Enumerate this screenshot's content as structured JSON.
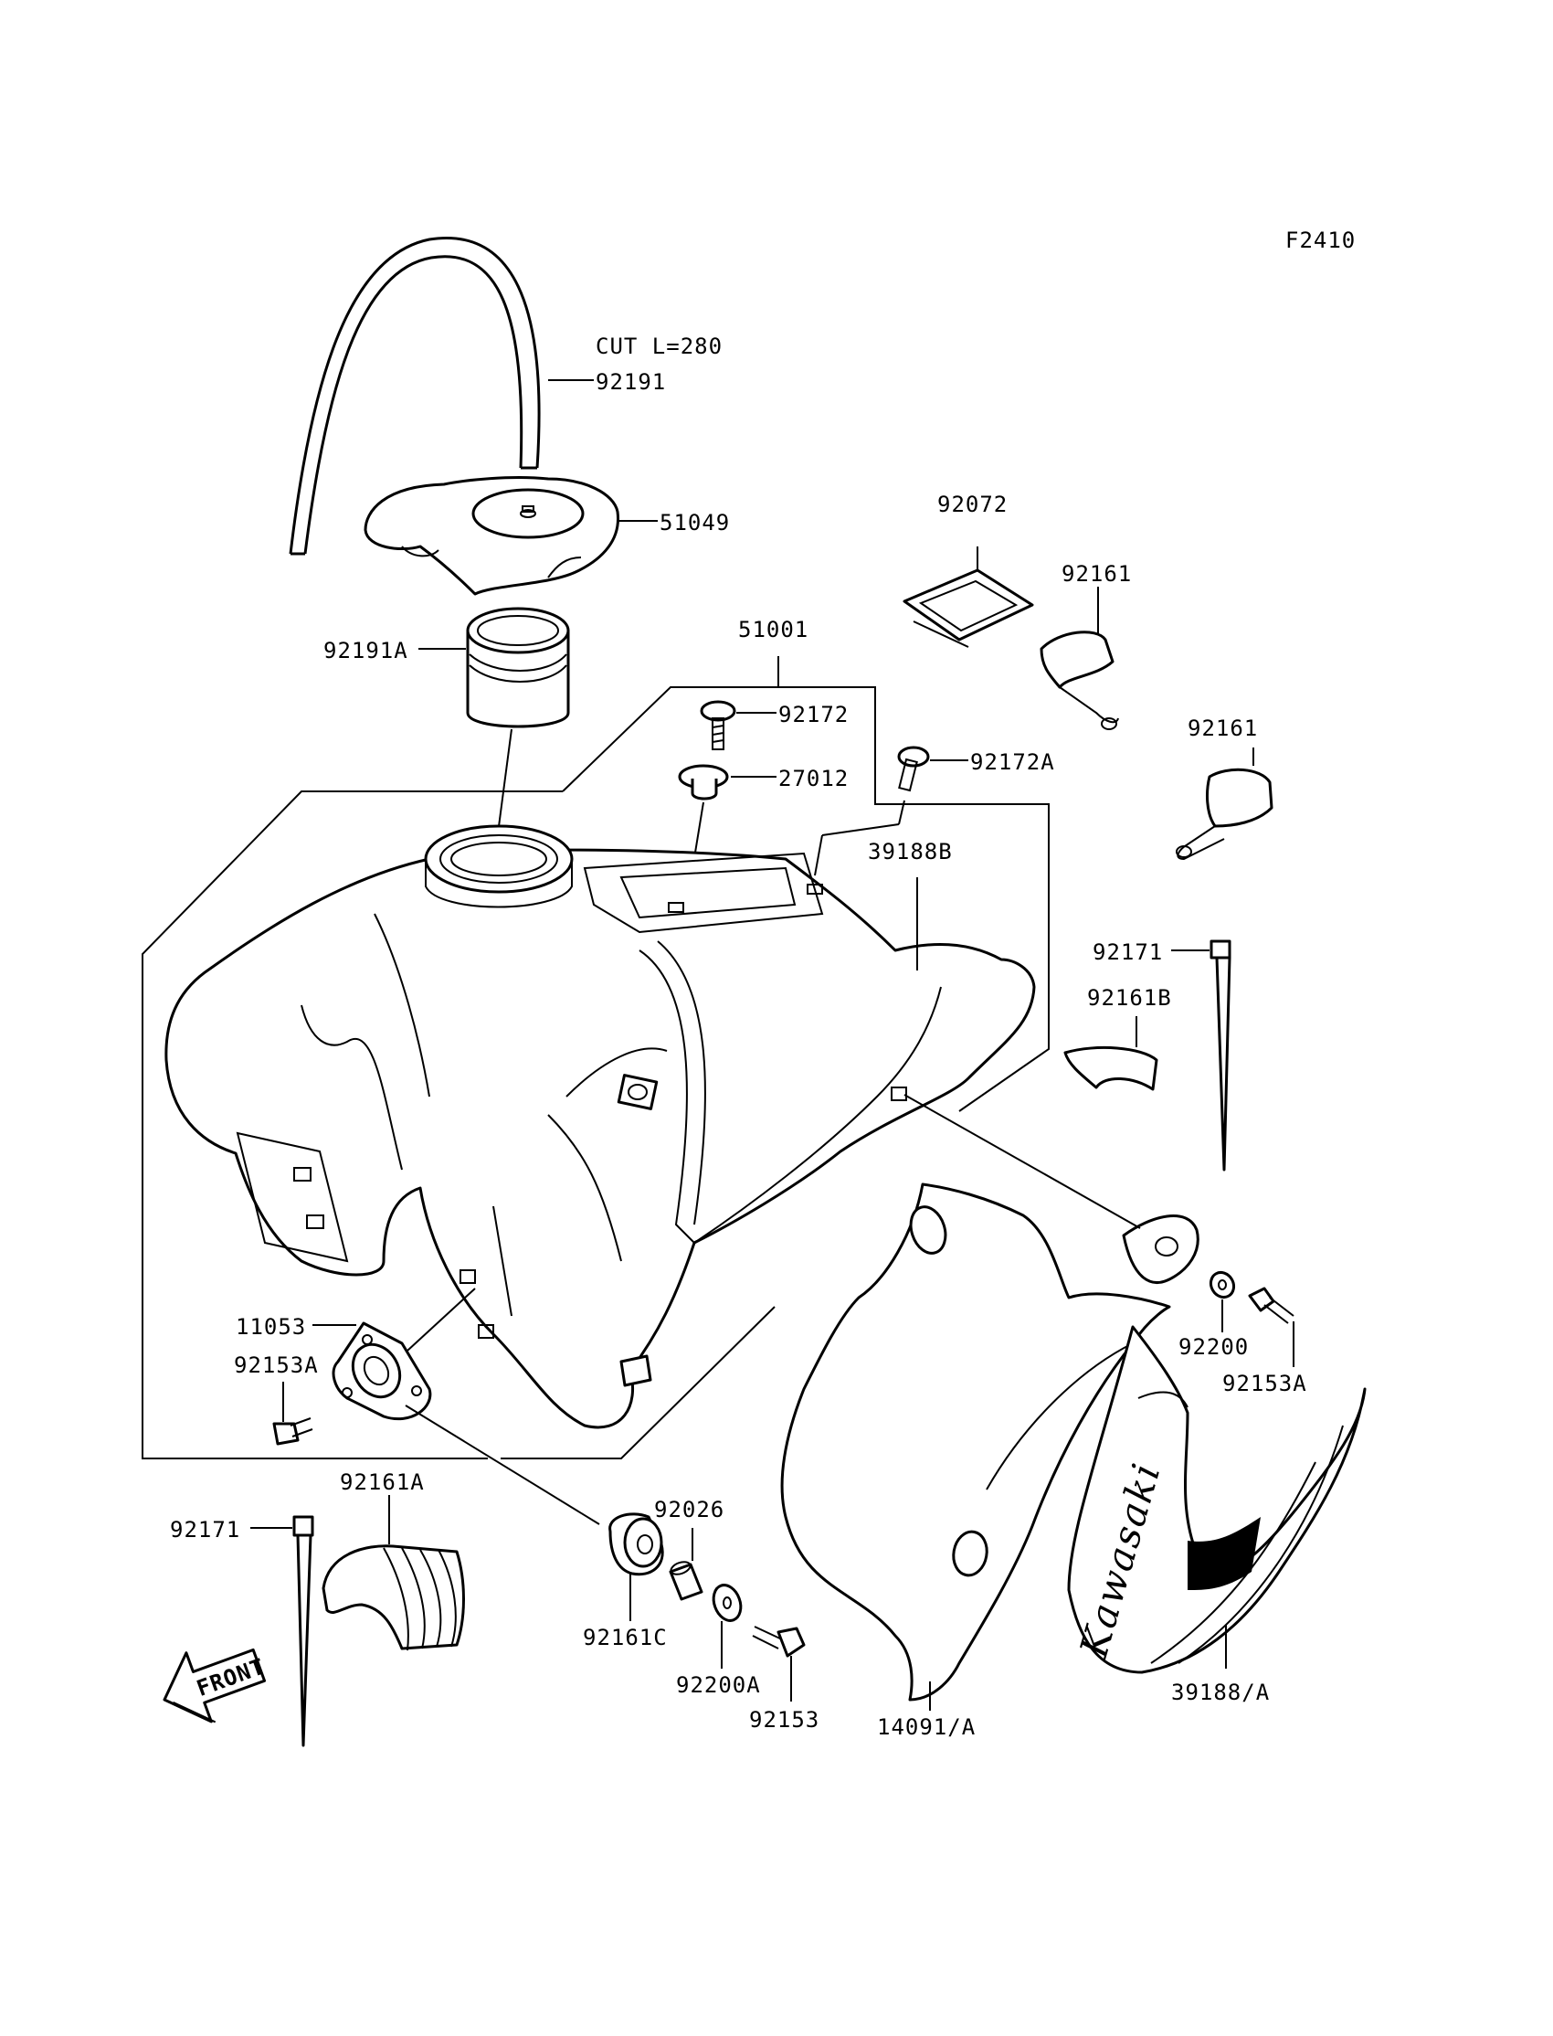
{
  "diagram": {
    "figure_code": "F2410",
    "callouts": {
      "cut_note": "CUT L=280",
      "p92191": "92191",
      "p51049": "51049",
      "p92191A": "92191A",
      "p51001": "51001",
      "p92172": "92172",
      "p27012": "27012",
      "p92172A": "92172A",
      "p39188B": "39188B",
      "p92072": "92072",
      "p92161_top": "92161",
      "p92161_mid": "92161",
      "p92171_right": "92171",
      "p92161B": "92161B",
      "p11053": "11053",
      "p92153A_left": "92153A",
      "p92200": "92200",
      "p92153A_right": "92153A",
      "p92161A": "92161A",
      "p92171_left": "92171",
      "p92026": "92026",
      "p92161C": "92161C",
      "p92200A": "92200A",
      "p92153": "92153",
      "p14091A": "14091/A",
      "p39188A": "39188/A"
    },
    "front_arrow_label": "FRONT",
    "decal_text": "Kawasaki"
  }
}
